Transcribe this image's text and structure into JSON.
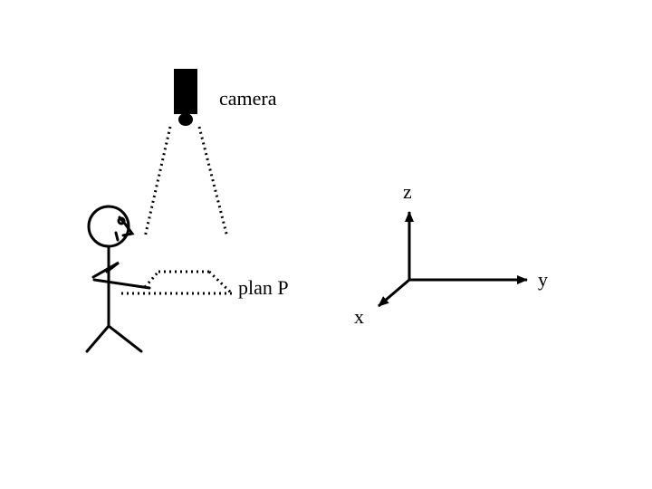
{
  "labels": {
    "camera": "camera",
    "plane": "plan P",
    "axis_z": "z",
    "axis_y": "y",
    "axis_x": "x"
  },
  "colors": {
    "ink": "#000000",
    "background": "#ffffff"
  },
  "icons": {
    "camera": "camera-icon",
    "person": "stick-figure-icon"
  }
}
